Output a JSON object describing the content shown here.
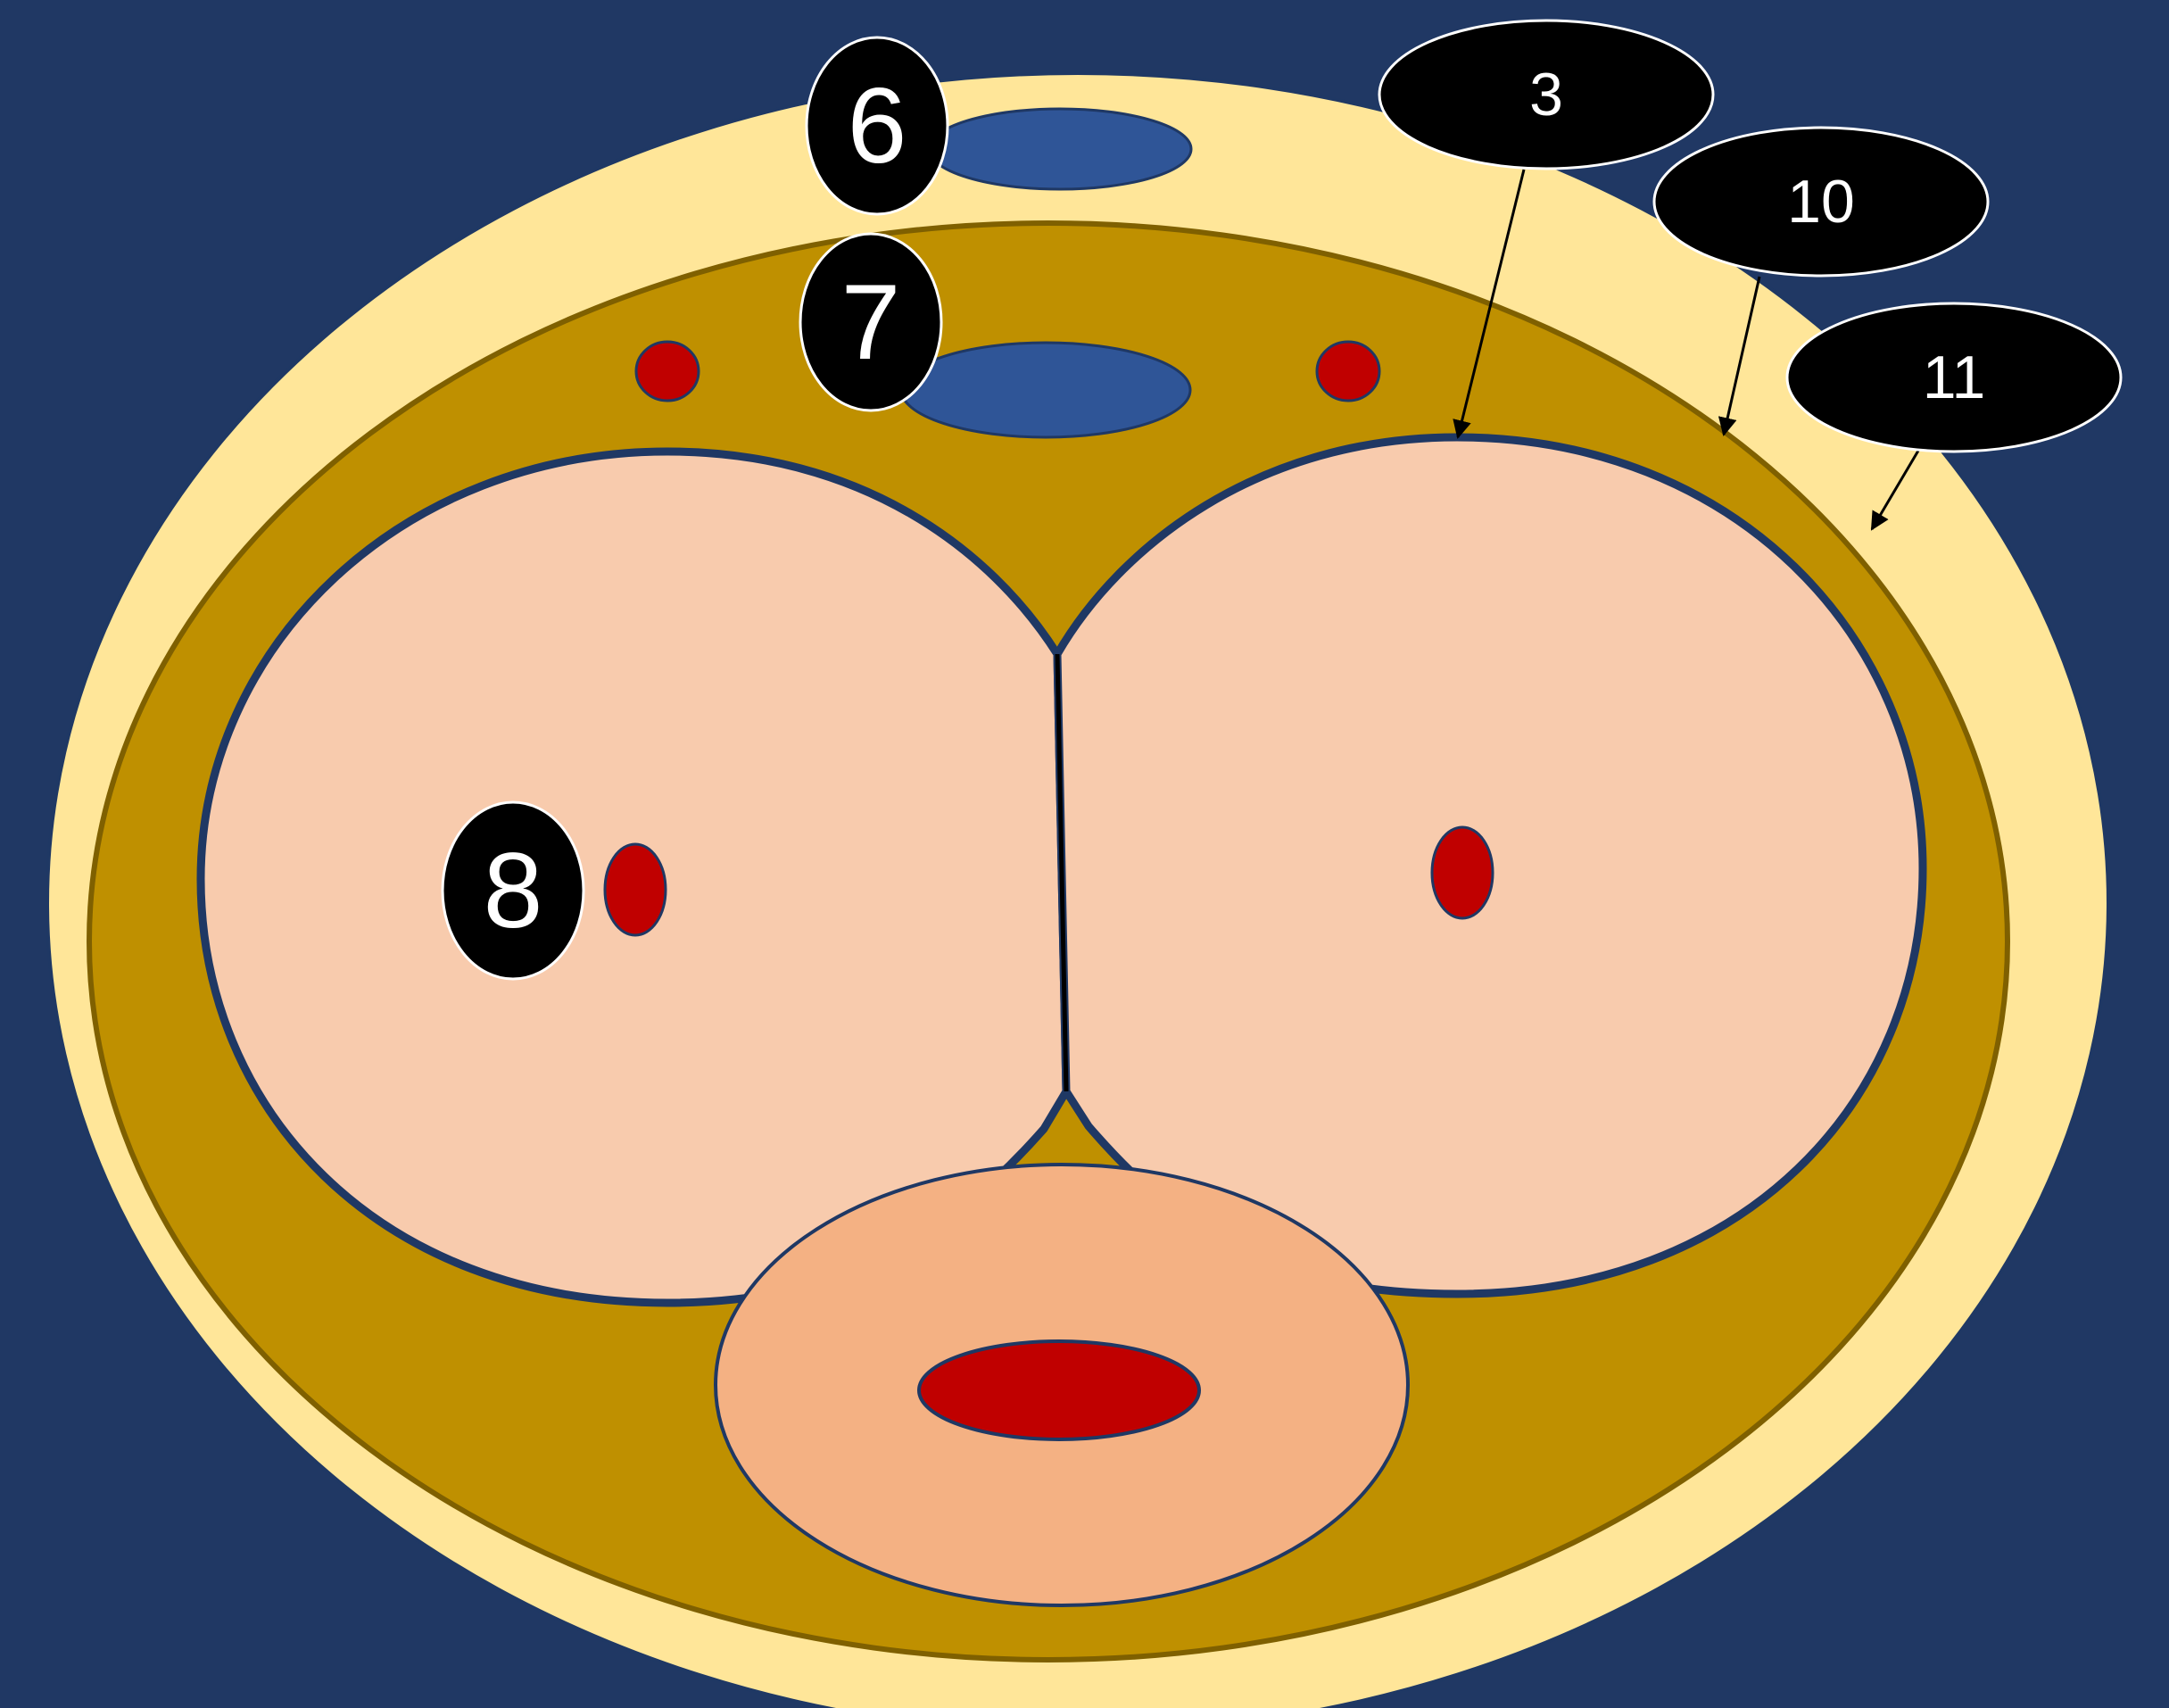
{
  "colors": {
    "background": "#203864",
    "outer_layer": "#FFE699",
    "muscle_layer": "#BF9000",
    "muscle_outline": "#7F6000",
    "lobe_fill": "#F8CBAD",
    "lobe_outline": "#203864",
    "rectum_fill": "#F4B183",
    "vessel_red": "#C00000",
    "vein_blue": "#2F5597",
    "label_fill": "#000000",
    "label_text": "#FFFFFF"
  },
  "labels": {
    "l6": "6",
    "l7": "7",
    "l8": "8",
    "l3": "3",
    "l10": "10",
    "l11": "11"
  }
}
